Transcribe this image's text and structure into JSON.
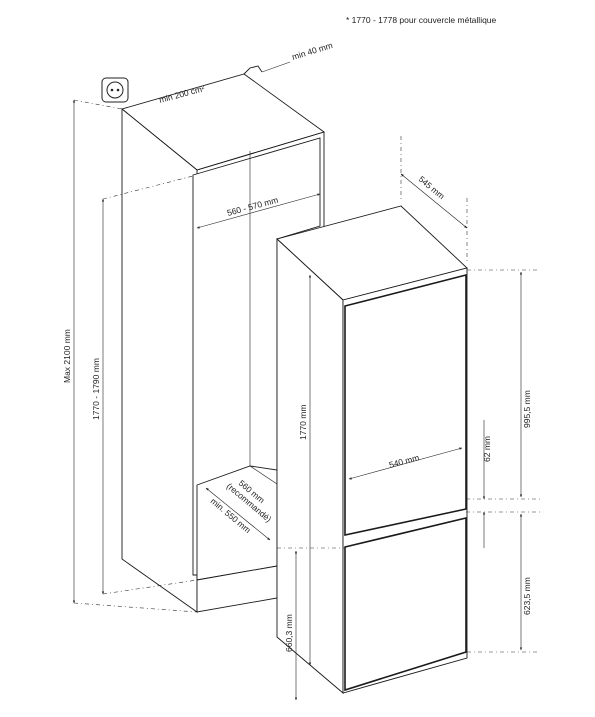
{
  "footnote": "* 1770 - 1778 pour couvercle métallique",
  "dimensions": {
    "min_40": "min 40 mm",
    "min_200": "min 200 cm²",
    "d545": "545 mm",
    "w560_570": "560 - 570 mm",
    "max2100": "Max 2100 mm",
    "h1770_1790": "1770 - 1790 mm",
    "h1770": "1770 mm",
    "d995_5": "995,5 mm",
    "d62": "62 mm",
    "w540": "540 mm",
    "d560": "560 mm",
    "recommande": "(recommandé)",
    "min550": "min. 550 mm",
    "d623_5": "623,5 mm",
    "d660_3": "660,3 mm"
  },
  "icons": {
    "outlet": "power-outlet-icon"
  }
}
